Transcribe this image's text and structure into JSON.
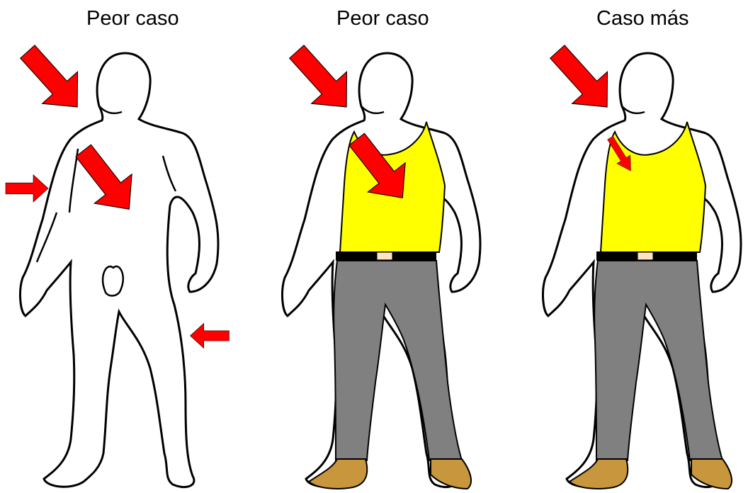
{
  "panels": [
    {
      "title": "Peor caso",
      "clothing": "none"
    },
    {
      "title": "Peor caso",
      "clothing": "shirt-and-pants"
    },
    {
      "title": "Caso más",
      "clothing": "shirt-and-pants"
    }
  ],
  "colors": {
    "outline": "#000000",
    "skin": "#ffffff",
    "arrow": "#ff0000",
    "shirt": "#ffff00",
    "pants": "#808080",
    "belt": "#000000",
    "buckle": "#ffe4c4",
    "shoes": "#c8963c"
  }
}
